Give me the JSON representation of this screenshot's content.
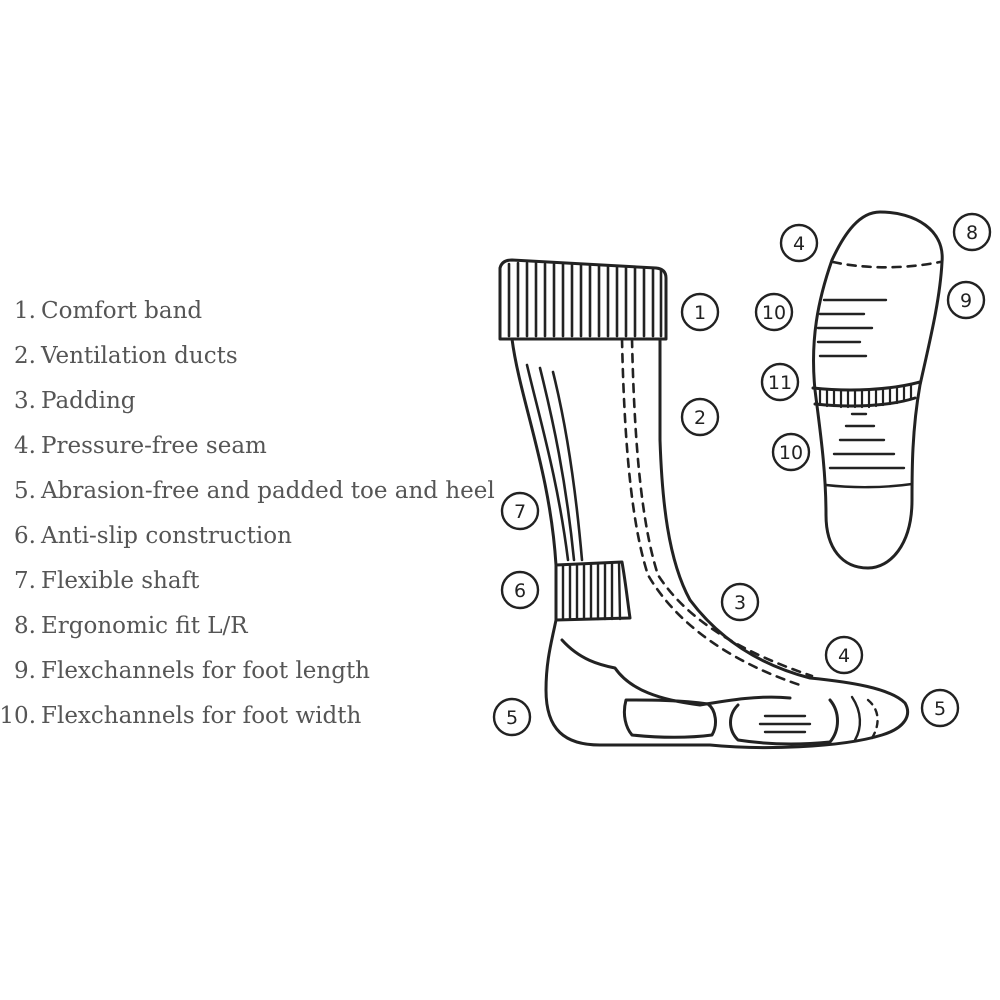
{
  "legend": [
    {
      "number": "1.",
      "text": "Comfort band"
    },
    {
      "number": "2.",
      "text": "Ventilation ducts"
    },
    {
      "number": "3.",
      "text": "Padding"
    },
    {
      "number": "4.",
      "text": "Pressure-free seam"
    },
    {
      "number": "5.",
      "text": "Abrasion-free and padded toe and heel"
    },
    {
      "number": "6.",
      "text": "Anti-slip construction"
    },
    {
      "number": "7.",
      "text": "Flexible shaft"
    },
    {
      "number": "8.",
      "text": "Ergonomic fit L/R"
    },
    {
      "number": "9.",
      "text": "Flexchannels for foot length"
    },
    {
      "number": "10.",
      "text": "Flexchannels for foot width"
    }
  ],
  "sock_callouts": [
    "1",
    "2",
    "7",
    "6",
    "3",
    "4",
    "5",
    "5"
  ],
  "sole_callouts": [
    "4",
    "8",
    "10",
    "9",
    "11",
    "10"
  ],
  "colors": {
    "line": "#222222",
    "legend_text": "#555555",
    "background": "#ffffff"
  }
}
